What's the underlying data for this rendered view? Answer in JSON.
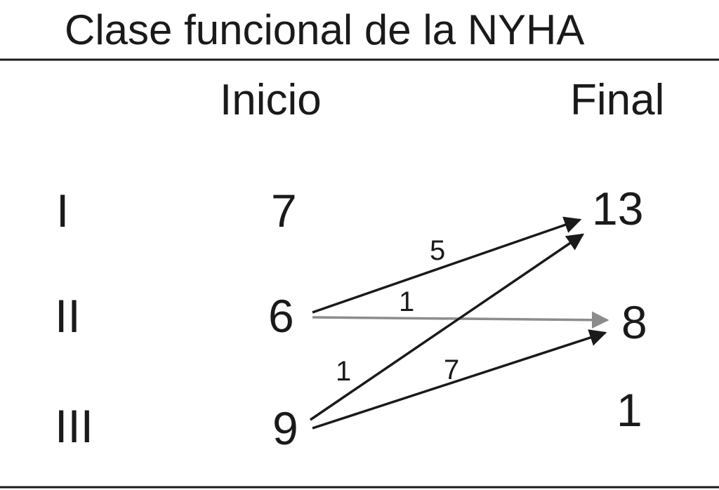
{
  "title": "Clase funcional de la NYHA",
  "columns": {
    "start": "Inicio",
    "end": "Final"
  },
  "rows": [
    {
      "class": "I",
      "start": "7",
      "end": "13"
    },
    {
      "class": "II",
      "start": "6",
      "end": "8"
    },
    {
      "class": "III",
      "start": "9",
      "end": "1"
    }
  ],
  "transitions": [
    {
      "from": "II",
      "to": "I",
      "count": "5",
      "color": "#1a1a1a"
    },
    {
      "from": "II",
      "to": "II",
      "count": "1",
      "color": "#8c8c8c"
    },
    {
      "from": "III",
      "to": "I",
      "count": "1",
      "color": "#1a1a1a"
    },
    {
      "from": "III",
      "to": "II",
      "count": "7",
      "color": "#1a1a1a"
    }
  ]
}
